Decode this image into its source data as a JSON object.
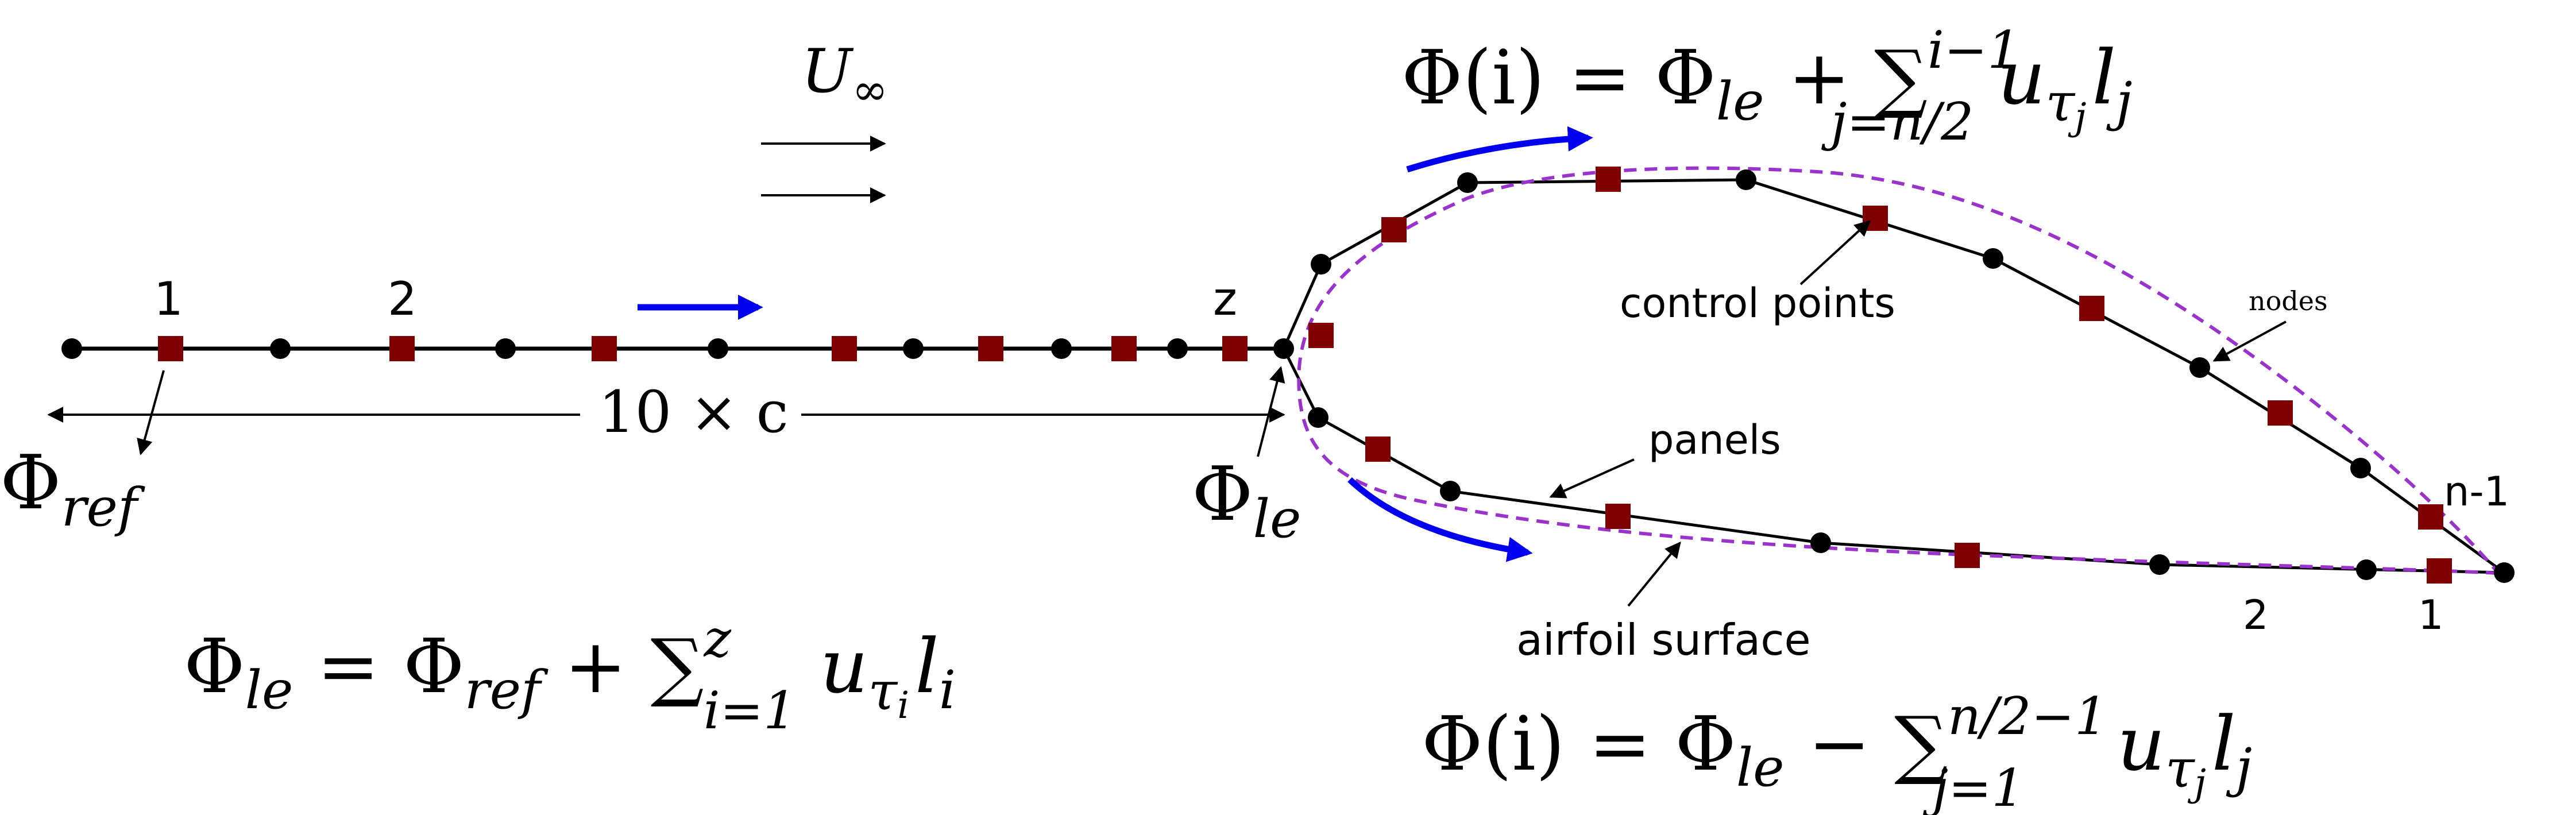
{
  "labels": {
    "freestream": "U",
    "freestream_sub": "∞",
    "wake_node_1": "1",
    "wake_node_2": "2",
    "wake_node_z": "z",
    "wake_length": "10 × c",
    "phi_ref": "Φ",
    "phi_ref_sub": "ref",
    "phi_le": "Φ",
    "phi_le_sub": "le",
    "control_points": "control points",
    "nodes": "nodes",
    "panels": "panels",
    "airfoil_surface": "airfoil surface",
    "te_upper_label": "n-1",
    "te_lower_2": "2",
    "te_lower_1": "1"
  },
  "equations": {
    "upper": {
      "lhs": "Φ(i) = Φ",
      "lhs_sub": "le",
      "op": " + ∑",
      "sum_sup": "i−1",
      "sum_sub": "j=n/2",
      "term": " u",
      "term_sub": "τ",
      "term_subsub": "j",
      "tail": "l",
      "tail_sub": "j"
    },
    "lower": {
      "lhs": "Φ(i) = Φ",
      "lhs_sub": "le",
      "op": " − ∑",
      "sum_sup": "n/2−1",
      "sum_sub": "j=1",
      "term": " u",
      "term_sub": "τ",
      "term_subsub": "j",
      "tail": "l",
      "tail_sub": "j"
    },
    "wake": {
      "lhs": "Φ",
      "lhs_sub": "le",
      "mid": " = Φ",
      "mid_sub": "ref",
      "op": " + ∑",
      "sum_sup": "z",
      "sum_sub": "i=1",
      "term": " u",
      "term_sub": "τ",
      "term_subsub": "i",
      "tail": "l",
      "tail_sub": "i"
    }
  },
  "colors": {
    "node": "#000000",
    "control_point": "#7f0000",
    "flow_arrow": "#0000ee",
    "surface_dashed": "#9933cc",
    "line": "#000000"
  }
}
